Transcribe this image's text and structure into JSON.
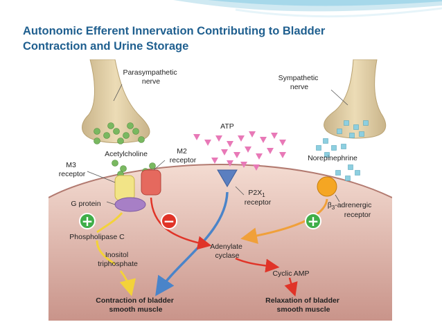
{
  "slide": {
    "title_line1": "Autonomic Efferent Innervation Contributing to Bladder",
    "title_line2": "Contraction and Urine Storage"
  },
  "figure": {
    "parasympathetic_nerve": [
      "Parasympathetic",
      "nerve"
    ],
    "sympathetic_nerve": [
      "Sympathetic",
      "nerve"
    ],
    "atp": "ATP",
    "acetylcholine": "Acetylcholine",
    "norepinephrine": "Norepinephrine",
    "m2_receptor": [
      "M2",
      "receptor"
    ],
    "m3_receptor": [
      "M3",
      "receptor"
    ],
    "g_protein": "G protein",
    "p2x1_receptor": [
      "P2X",
      "1",
      "receptor"
    ],
    "beta3_receptor": [
      "β",
      "3",
      "-adrenergic",
      "receptor"
    ],
    "phospholipase_c": "Phospholipase C",
    "inositol_triphosphate": [
      "Inositol",
      "triphosphate"
    ],
    "adenylate_cyclase": [
      "Adenylate",
      "cyclase"
    ],
    "cyclic_amp": "Cyclic AMP",
    "contraction": [
      "Contraction of bladder",
      "smooth muscle"
    ],
    "relaxation": [
      "Relaxation of bladder",
      "smooth muscle"
    ],
    "plus_sign": "+",
    "minus_sign": "−"
  },
  "colors": {
    "title": "#1f5f8f",
    "cell_top": "#f4dcd2",
    "cell_bottom": "#c9948a",
    "nerve": "#dcc9a0",
    "acetylcholine_vesicle": "#79b860",
    "norepinephrine_vesicle": "#8dcfe0",
    "atp_triangle": "#e879b7",
    "m3_receptor": "#f2e487",
    "m2_receptor": "#e5695e",
    "g_protein": "#a77fc6",
    "p2x1_receptor": "#5b7fc0",
    "beta3_receptor": "#f5a623",
    "sign_circle": "#3fae49",
    "arrow_yellow": "#f3d23a",
    "arrow_blue": "#4a84c9",
    "arrow_red": "#e03428",
    "arrow_orange": "#f0a03a"
  }
}
